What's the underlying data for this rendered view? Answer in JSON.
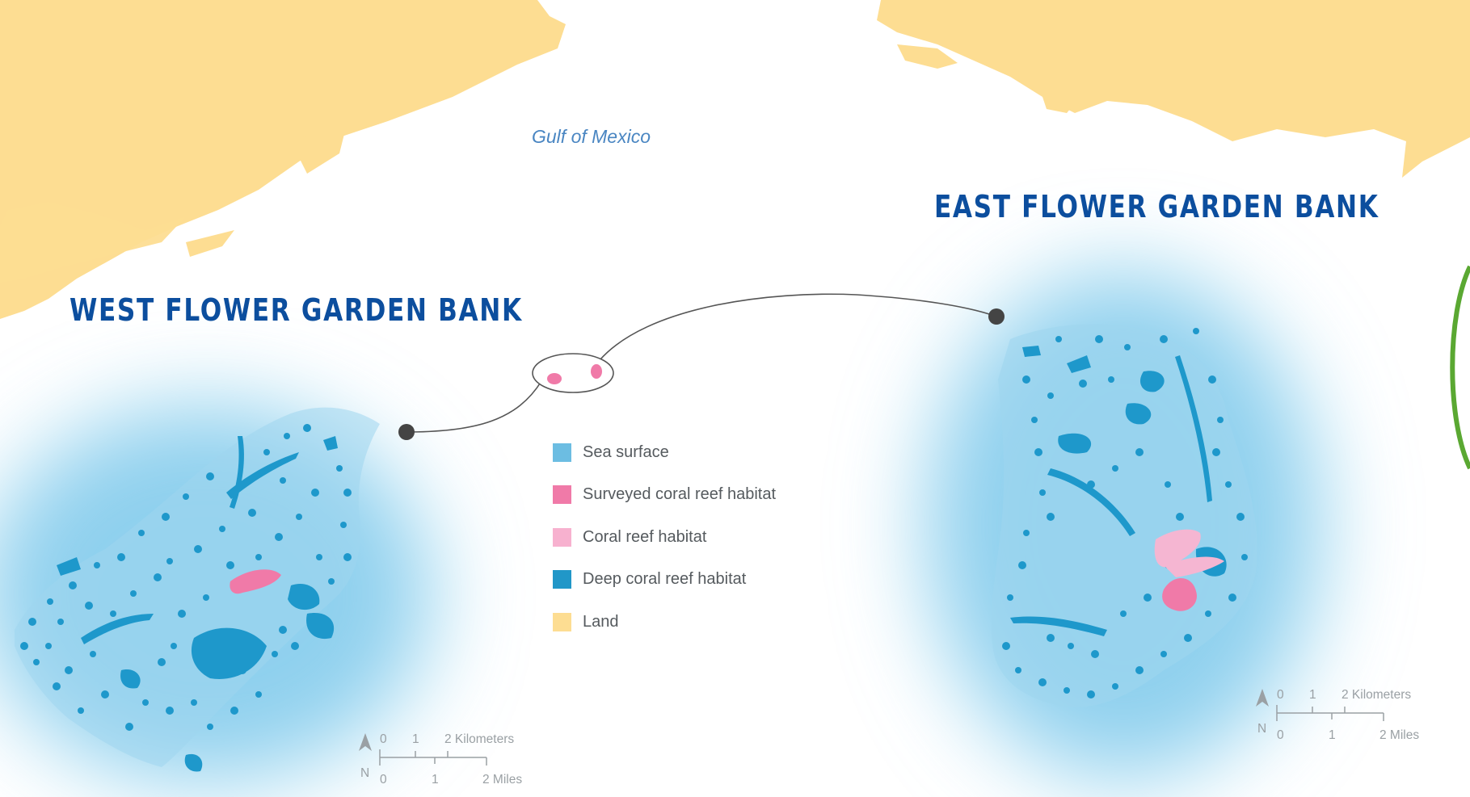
{
  "map": {
    "sea_label": "Gulf of Mexico",
    "west_title": "WEST FLOWER GARDEN BANK",
    "east_title": "EAST FLOWER GARDEN BANK",
    "legend": [
      {
        "label": "Sea surface",
        "color": "#6cbde2"
      },
      {
        "label": "Surveyed coral reef habitat",
        "color": "#f07aa8"
      },
      {
        "label": "Coral reef habitat",
        "color": "#f7b1cf"
      },
      {
        "label": "Deep coral reef habitat",
        "color": "#2197c8"
      },
      {
        "label": "Land",
        "color": "#fddd92"
      }
    ],
    "colors": {
      "land": "#fddd92",
      "sea_glow": "#8fd0ee",
      "deep_reef": "#1e98cb",
      "surveyed_reef": "#f07aa8",
      "coral_reef": "#f5b6d2",
      "connector": "#555555",
      "title": "#0c4e9e",
      "ring_accent": "#5aa832"
    },
    "scale_west": {
      "north": "N",
      "km_ticks": [
        "0",
        "1",
        "2 Kilometers"
      ],
      "mi_ticks": [
        "0",
        "1",
        "2 Miles"
      ]
    },
    "scale_east": {
      "north": "N",
      "km_ticks": [
        "0",
        "1",
        "2 Kilometers"
      ],
      "mi_ticks": [
        "0",
        "1",
        "2 Miles"
      ]
    }
  }
}
